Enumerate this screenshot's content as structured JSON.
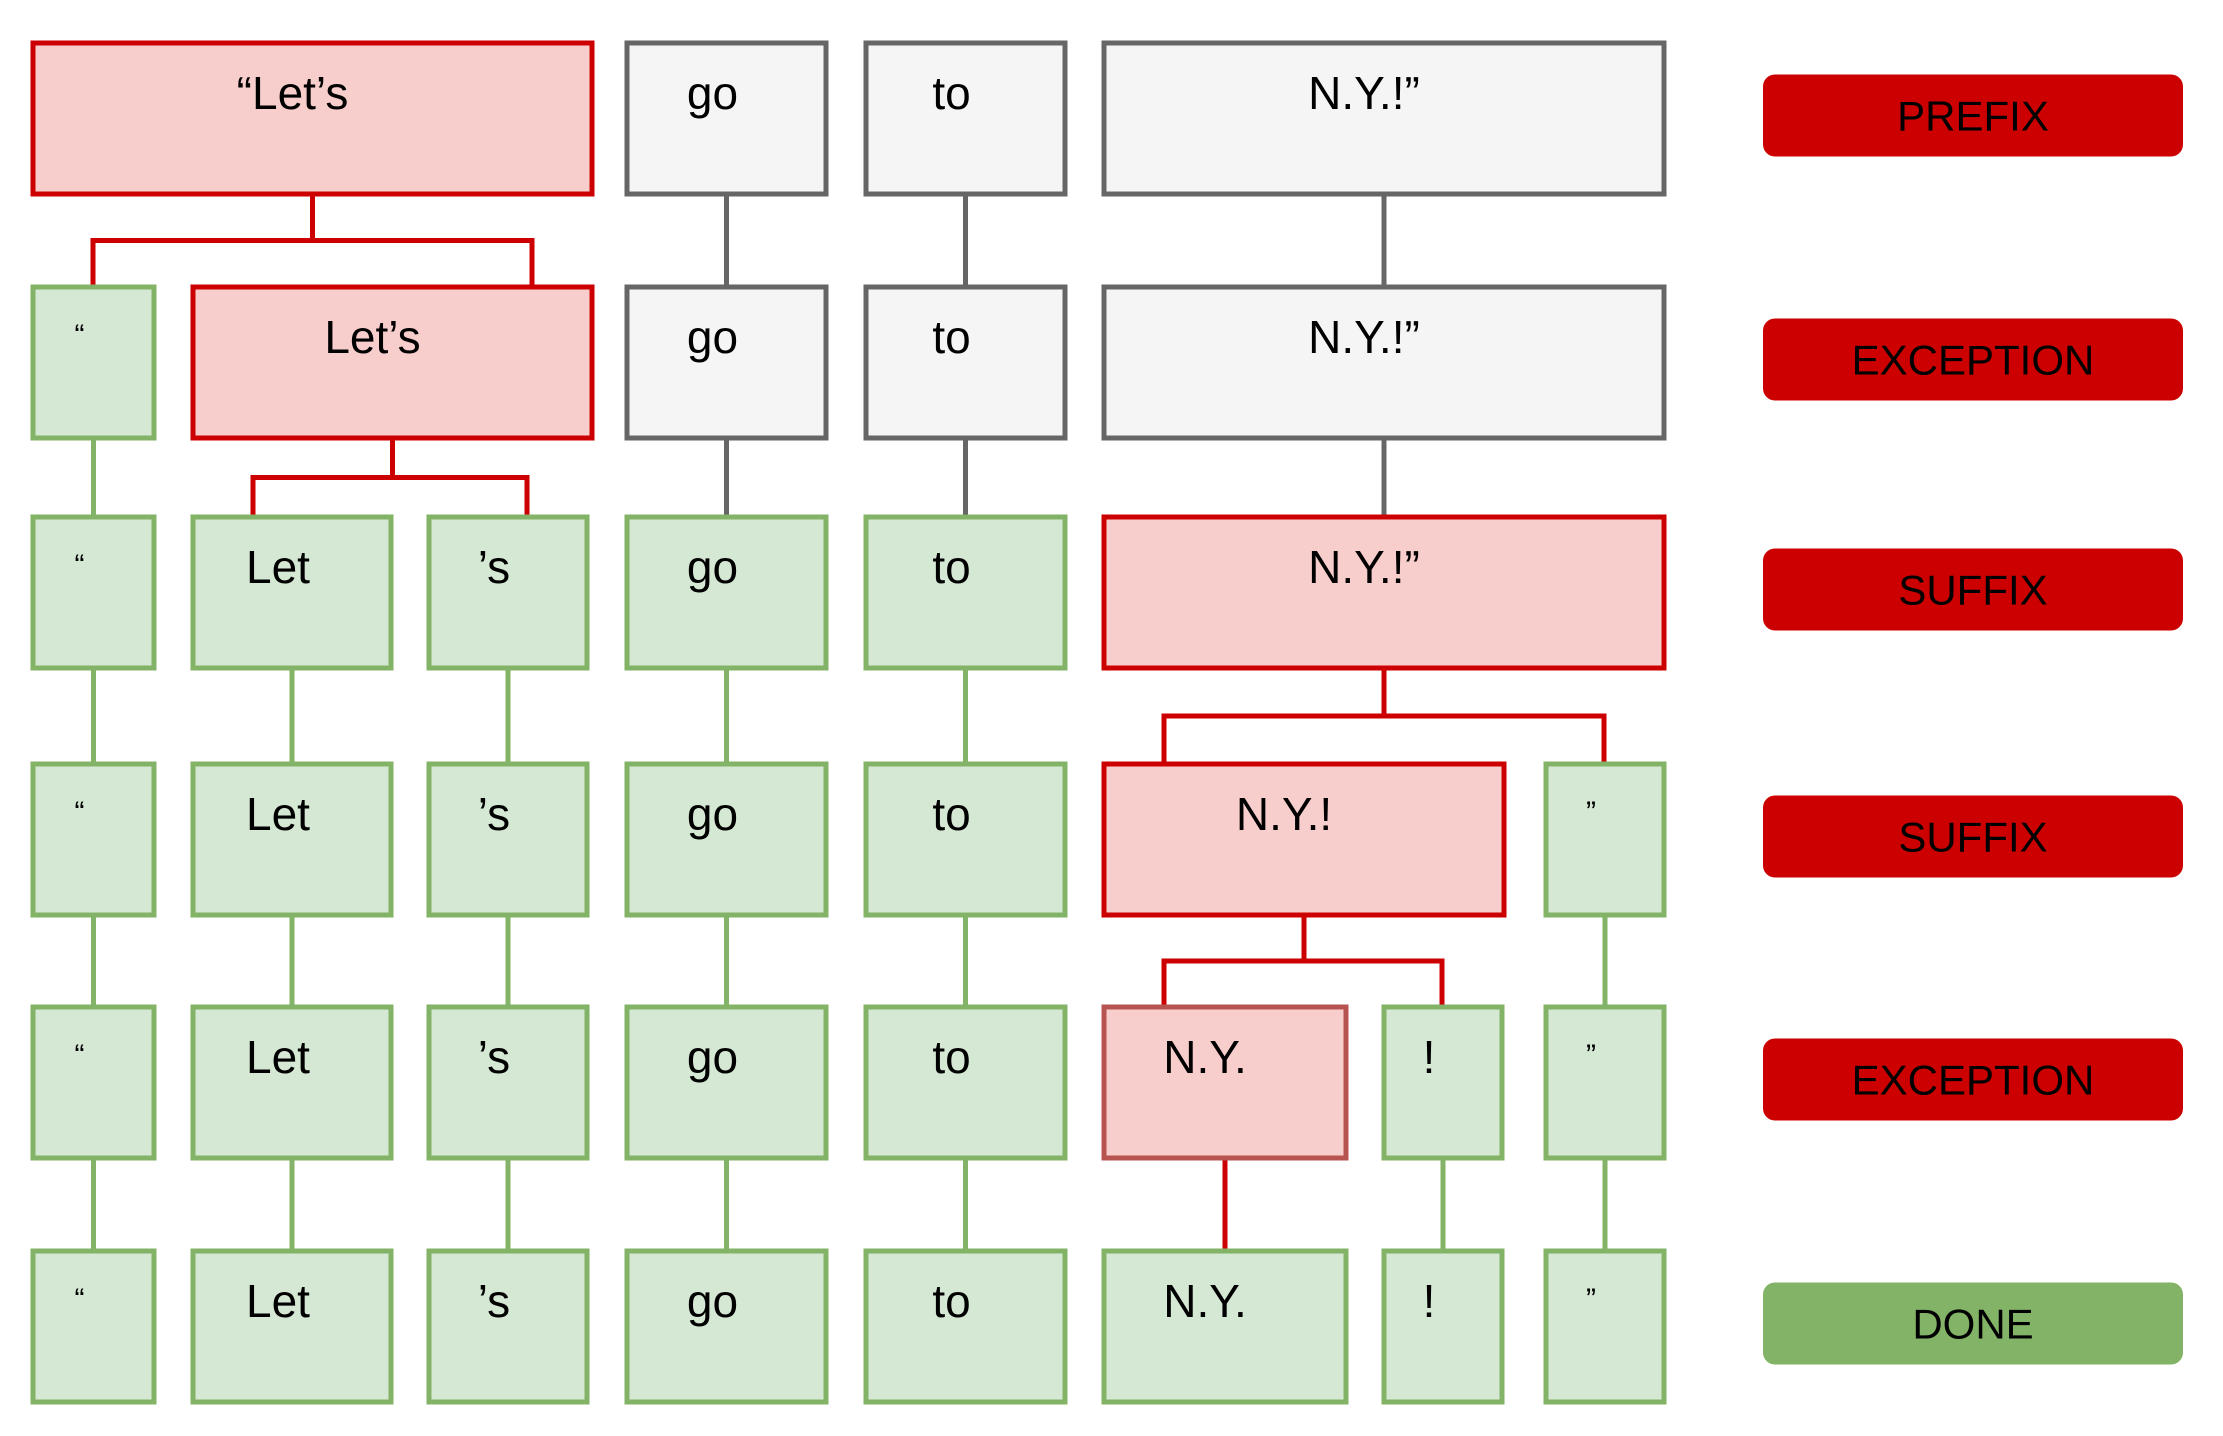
{
  "palette": {
    "active_fill": "#f8cecc",
    "active_stroke": "#cc0000",
    "active_stroke_soft": "#b85450",
    "done_fill": "#d5e8d4",
    "done_stroke": "#82b366",
    "pending_fill": "#f5f5f5",
    "pending_stroke": "#666666",
    "label_red": "#cc0000",
    "label_green": "#82b366",
    "text": "#000000"
  },
  "rows": [
    {
      "step_label": "PREFIX",
      "label_state": "red",
      "tokens": [
        {
          "id": "r1t1",
          "text": "“Let’s",
          "state": "active"
        },
        {
          "id": "r1t2",
          "text": "go",
          "state": "pending"
        },
        {
          "id": "r1t3",
          "text": "to",
          "state": "pending"
        },
        {
          "id": "r1t4",
          "text": "N.Y.!”",
          "state": "pending"
        }
      ]
    },
    {
      "step_label": "EXCEPTION",
      "label_state": "red",
      "tokens": [
        {
          "id": "r2t1",
          "text": "“",
          "state": "done"
        },
        {
          "id": "r2t2",
          "text": "Let’s",
          "state": "active"
        },
        {
          "id": "r2t3",
          "text": "go",
          "state": "pending"
        },
        {
          "id": "r2t4",
          "text": "to",
          "state": "pending"
        },
        {
          "id": "r2t5",
          "text": "N.Y.!”",
          "state": "pending"
        }
      ]
    },
    {
      "step_label": "SUFFIX",
      "label_state": "red",
      "tokens": [
        {
          "id": "r3t1",
          "text": "“",
          "state": "done"
        },
        {
          "id": "r3t2",
          "text": "Let",
          "state": "done"
        },
        {
          "id": "r3t3",
          "text": "’s",
          "state": "done"
        },
        {
          "id": "r3t4",
          "text": "go",
          "state": "done"
        },
        {
          "id": "r3t5",
          "text": "to",
          "state": "done"
        },
        {
          "id": "r3t6",
          "text": "N.Y.!”",
          "state": "active"
        }
      ]
    },
    {
      "step_label": "SUFFIX",
      "label_state": "red",
      "tokens": [
        {
          "id": "r4t1",
          "text": "“",
          "state": "done"
        },
        {
          "id": "r4t2",
          "text": "Let",
          "state": "done"
        },
        {
          "id": "r4t3",
          "text": "’s",
          "state": "done"
        },
        {
          "id": "r4t4",
          "text": "go",
          "state": "done"
        },
        {
          "id": "r4t5",
          "text": "to",
          "state": "done"
        },
        {
          "id": "r4t6",
          "text": "N.Y.!",
          "state": "active"
        },
        {
          "id": "r4t7",
          "text": "”",
          "state": "done"
        }
      ]
    },
    {
      "step_label": "EXCEPTION",
      "label_state": "red",
      "tokens": [
        {
          "id": "r5t1",
          "text": "“",
          "state": "done"
        },
        {
          "id": "r5t2",
          "text": "Let",
          "state": "done"
        },
        {
          "id": "r5t3",
          "text": "’s",
          "state": "done"
        },
        {
          "id": "r5t4",
          "text": "go",
          "state": "done"
        },
        {
          "id": "r5t5",
          "text": "to",
          "state": "done"
        },
        {
          "id": "r5t6",
          "text": "N.Y.",
          "state": "active_soft"
        },
        {
          "id": "r5t7",
          "text": "!",
          "state": "done"
        },
        {
          "id": "r5t8",
          "text": "”",
          "state": "done"
        }
      ]
    },
    {
      "step_label": "DONE",
      "label_state": "green",
      "tokens": [
        {
          "id": "r6t1",
          "text": "“",
          "state": "done"
        },
        {
          "id": "r6t2",
          "text": "Let",
          "state": "done"
        },
        {
          "id": "r6t3",
          "text": "’s",
          "state": "done"
        },
        {
          "id": "r6t4",
          "text": "go",
          "state": "done"
        },
        {
          "id": "r6t5",
          "text": "to",
          "state": "done"
        },
        {
          "id": "r6t6",
          "text": "N.Y.",
          "state": "done"
        },
        {
          "id": "r6t7",
          "text": "!",
          "state": "done"
        },
        {
          "id": "r6t8",
          "text": "”",
          "state": "done"
        }
      ]
    }
  ],
  "connections": [
    {
      "from": "r1t1",
      "to": [
        "r2t1",
        "r2t2"
      ],
      "kind": "split"
    },
    {
      "from": "r1t2",
      "to": [
        "r2t3"
      ],
      "kind": "pass"
    },
    {
      "from": "r1t3",
      "to": [
        "r2t4"
      ],
      "kind": "pass"
    },
    {
      "from": "r1t4",
      "to": [
        "r2t5"
      ],
      "kind": "pass"
    },
    {
      "from": "r2t1",
      "to": [
        "r3t1"
      ],
      "kind": "done"
    },
    {
      "from": "r2t2",
      "to": [
        "r3t2",
        "r3t3"
      ],
      "kind": "split"
    },
    {
      "from": "r2t3",
      "to": [
        "r3t4"
      ],
      "kind": "pass"
    },
    {
      "from": "r2t4",
      "to": [
        "r3t5"
      ],
      "kind": "pass"
    },
    {
      "from": "r2t5",
      "to": [
        "r3t6"
      ],
      "kind": "pass"
    },
    {
      "from": "r3t1",
      "to": [
        "r4t1"
      ],
      "kind": "done"
    },
    {
      "from": "r3t2",
      "to": [
        "r4t2"
      ],
      "kind": "done"
    },
    {
      "from": "r3t3",
      "to": [
        "r4t3"
      ],
      "kind": "done"
    },
    {
      "from": "r3t4",
      "to": [
        "r4t4"
      ],
      "kind": "done"
    },
    {
      "from": "r3t5",
      "to": [
        "r4t5"
      ],
      "kind": "done"
    },
    {
      "from": "r3t6",
      "to": [
        "r4t6",
        "r4t7"
      ],
      "kind": "split"
    },
    {
      "from": "r4t1",
      "to": [
        "r5t1"
      ],
      "kind": "done"
    },
    {
      "from": "r4t2",
      "to": [
        "r5t2"
      ],
      "kind": "done"
    },
    {
      "from": "r4t3",
      "to": [
        "r5t3"
      ],
      "kind": "done"
    },
    {
      "from": "r4t4",
      "to": [
        "r5t4"
      ],
      "kind": "done"
    },
    {
      "from": "r4t5",
      "to": [
        "r5t5"
      ],
      "kind": "done"
    },
    {
      "from": "r4t6",
      "to": [
        "r5t6",
        "r5t7"
      ],
      "kind": "split"
    },
    {
      "from": "r4t7",
      "to": [
        "r5t8"
      ],
      "kind": "done"
    },
    {
      "from": "r5t1",
      "to": [
        "r6t1"
      ],
      "kind": "done"
    },
    {
      "from": "r5t2",
      "to": [
        "r6t2"
      ],
      "kind": "done"
    },
    {
      "from": "r5t3",
      "to": [
        "r6t3"
      ],
      "kind": "done"
    },
    {
      "from": "r5t4",
      "to": [
        "r6t4"
      ],
      "kind": "done"
    },
    {
      "from": "r5t5",
      "to": [
        "r6t5"
      ],
      "kind": "done"
    },
    {
      "from": "r5t6",
      "to": [
        "r6t6"
      ],
      "kind": "split"
    },
    {
      "from": "r5t7",
      "to": [
        "r6t7"
      ],
      "kind": "done"
    },
    {
      "from": "r5t8",
      "to": [
        "r6t8"
      ],
      "kind": "done"
    }
  ]
}
